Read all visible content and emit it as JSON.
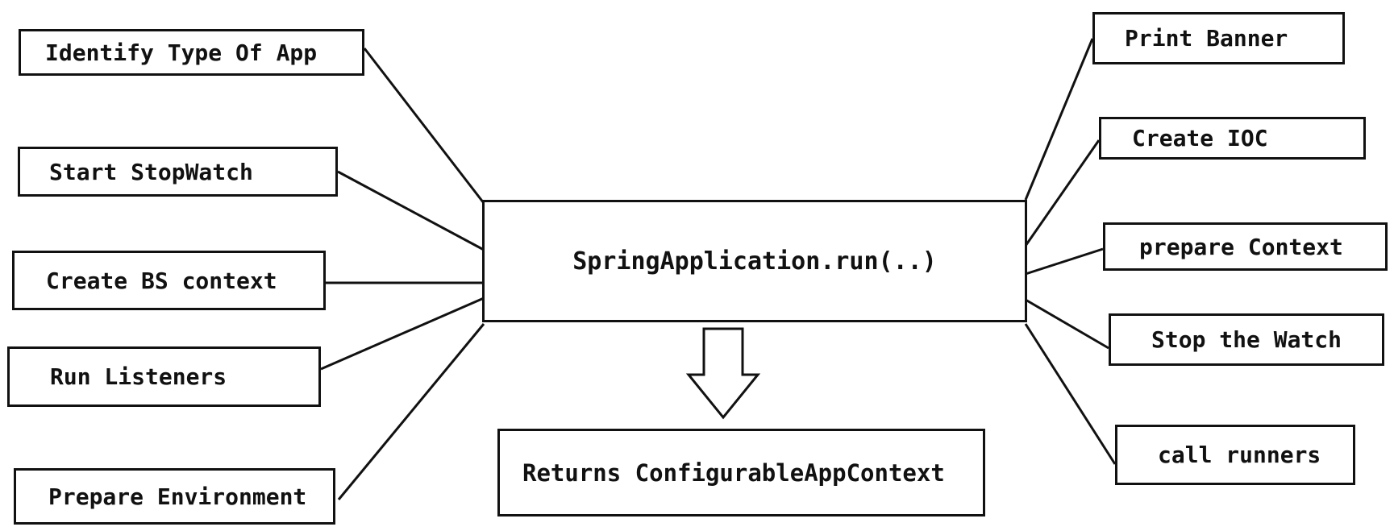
{
  "diagram": {
    "center": "SpringApplication.run(..)",
    "result": "Returns ConfigurableAppContext",
    "left_steps": [
      "Identify Type Of App",
      "Start StopWatch",
      "Create BS context",
      "Run Listeners",
      "Prepare Environment"
    ],
    "right_steps": [
      "Print Banner",
      "Create IOC",
      "prepare Context",
      "Stop the Watch",
      "call runners"
    ]
  }
}
